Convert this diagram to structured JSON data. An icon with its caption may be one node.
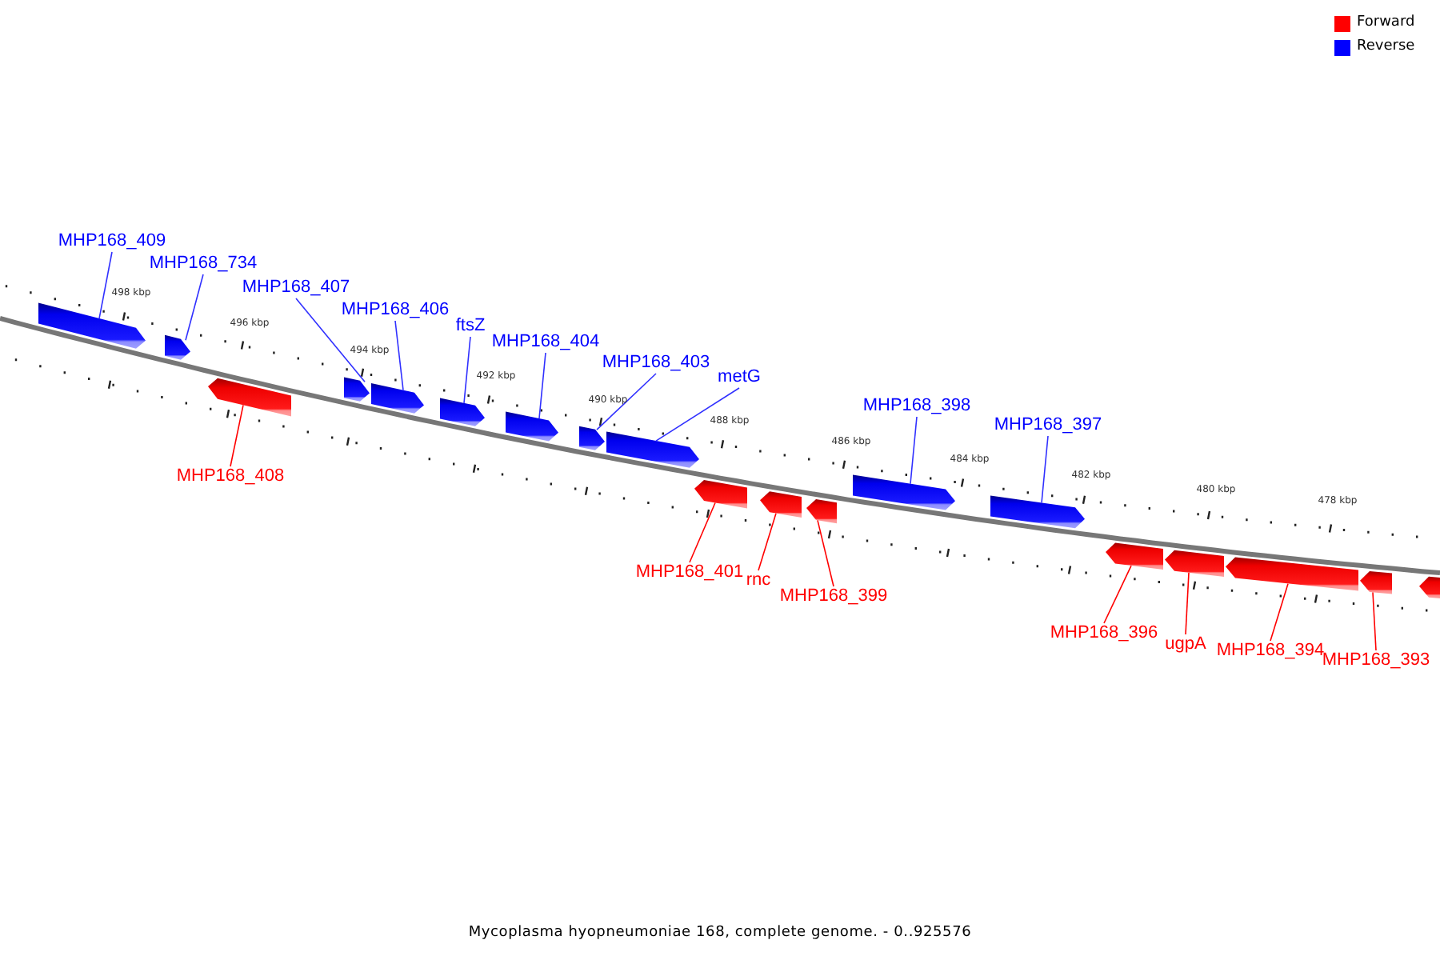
{
  "diagram": {
    "caption": "Mycoplasma hyopneumoniae 168, complete genome. - 0..925576",
    "nodes": [
      {
        "text": [
          "MHP168_409"
        ]
      },
      {
        "text": [],
        "shape": "arrow"
      },
      {
        "text": [
          "MHP168_734"
        ]
      },
      {
        "text": [],
        "shape": "arrow"
      },
      {
        "text": [
          "MHP168_408"
        ]
      },
      {
        "text": [],
        "shape": "arrow"
      },
      {
        "text": [
          "MHP168_407"
        ]
      },
      {
        "text": [],
        "shape": "arrow"
      },
      {
        "text": [
          "MHP168_406"
        ]
      },
      {
        "text": [],
        "shape": "arrow"
      },
      {
        "text": [
          "ftsZ"
        ]
      },
      {
        "text": [],
        "shape": "arrow"
      },
      {
        "text": [
          "MHP168_404"
        ]
      },
      {
        "text": [],
        "shape": "arrow"
      },
      {
        "text": [
          "MHP168_403"
        ]
      },
      {
        "text": [],
        "shape": "arrow"
      },
      {
        "text": [
          "metG"
        ]
      },
      {
        "text": [],
        "shape": "arrow"
      },
      {
        "text": [
          "MHP168_401"
        ]
      },
      {
        "text": [],
        "shape": "arrow"
      },
      {
        "text": [
          "rnc"
        ]
      },
      {
        "text": [],
        "shape": "arrow"
      },
      {
        "text": [
          "MHP168_399"
        ]
      },
      {
        "text": [],
        "shape": "arrow"
      },
      {
        "text": [
          "MHP168_398"
        ]
      },
      {
        "text": [],
        "shape": "arrow"
      },
      {
        "text": [
          "MHP168_397"
        ]
      },
      {
        "text": [],
        "shape": "arrow"
      },
      {
        "text": [
          "MHP168_396"
        ]
      },
      {
        "text": [],
        "shape": "arrow"
      },
      {
        "text": [
          "ugpA"
        ]
      },
      {
        "text": [],
        "shape": "arrow"
      },
      {
        "text": [
          "MHP168_394"
        ]
      },
      {
        "text": [],
        "shape": "arrow"
      },
      {
        "text": [
          "MHP168_393"
        ]
      },
      {
        "text": [],
        "shape": "arrow"
      },
      {
        "text": [],
        "shape": "arrow"
      }
    ],
    "edges": [
      {
        "from": 0,
        "to": 1,
        "arrow": "none"
      },
      {
        "from": 2,
        "to": 3,
        "arrow": "none"
      },
      {
        "from": 4,
        "to": 5,
        "arrow": "none",
        "color": "#ff0000"
      },
      {
        "from": 6,
        "to": 7,
        "arrow": "none"
      },
      {
        "from": 8,
        "to": 9,
        "arrow": "none"
      },
      {
        "from": 10,
        "to": 11,
        "arrow": "none"
      },
      {
        "from": 12,
        "to": 13,
        "arrow": "none"
      },
      {
        "from": 14,
        "to": 15,
        "arrow": "none"
      },
      {
        "from": 16,
        "to": 17,
        "arrow": "none"
      },
      {
        "from": 18,
        "to": 19,
        "arrow": "none",
        "color": "#ff0000"
      },
      {
        "from": 20,
        "to": 21,
        "arrow": "none",
        "color": "#ff0000"
      },
      {
        "from": 22,
        "to": 23,
        "arrow": "none",
        "color": "#ff0000"
      },
      {
        "from": 24,
        "to": 25,
        "arrow": "none"
      },
      {
        "from": 26,
        "to": 27,
        "arrow": "none"
      },
      {
        "from": 28,
        "to": 29,
        "arrow": "none",
        "color": "#ff0000"
      },
      {
        "from": 30,
        "to": 31,
        "arrow": "none",
        "color": "#ff0000"
      },
      {
        "from": 32,
        "to": 33,
        "arrow": "none",
        "color": "#ff0000"
      },
      {
        "from": 34,
        "to": 35,
        "arrow": "none",
        "color": "#ff0000"
      }
    ],
    "labels": [
      "498 kbp",
      "496 kbp",
      "494 kbp",
      "492 kbp",
      "490 kbp",
      "488 kbp",
      "486 kbp",
      "484 kbp",
      "482 kbp",
      "480 kbp",
      "478 kbp"
    ],
    "legend": [
      {
        "text": "Forward",
        "color": "#ff0000"
      },
      {
        "text": "Reverse",
        "color": "#0000ff"
      }
    ]
  }
}
